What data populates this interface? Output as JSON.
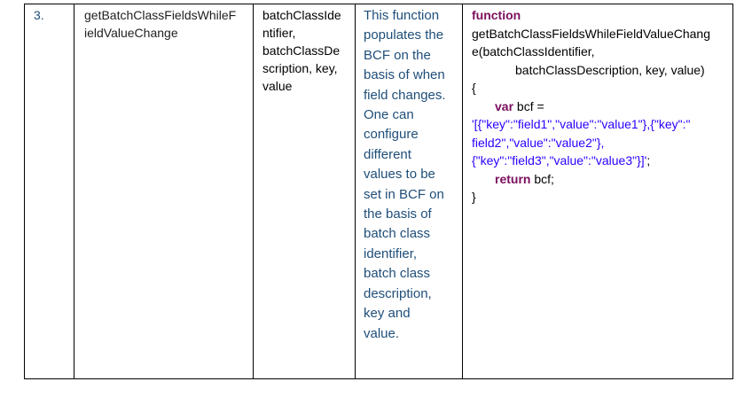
{
  "row": {
    "number": "3.",
    "function_name": "getBatchClassFieldsWhileF\nieldValueChange",
    "parameters": "batchClassIde\nntifier,\nbatchClassDe\nscription, key,\nvalue",
    "description": "This function\npopulates the\nBCF on the\nbasis of when\nfield changes.\nOne can\nconfigure\ndifferent\nvalues to be\nset in BCF on\nthe basis of\nbatch class\nidentifier,\nbatch class\ndescription,\nkey and\nvalue.",
    "code": {
      "keyword_function": "function",
      "signature_line1": "getBatchClassFieldsWhileFieldValueChang",
      "signature_line2": "e(batchClassIdentifier,",
      "signature_line3": "batchClassDescription, key, value)",
      "open_brace": "{",
      "keyword_var": "var",
      "var_assign": " bcf =",
      "string_line1": "'[{\"key\":\"field1\",\"value\":\"value1\"},{\"key\":\"",
      "string_line2": "field2\",\"value\":\"value2\"},",
      "string_line3": "{\"key\":\"field3\",\"value\":\"value3\"}]'",
      "string_end": ";",
      "keyword_return": "return",
      "return_rest": " bcf;",
      "close_brace": "}"
    }
  },
  "colors": {
    "description_text": "#1f4e79",
    "keyword": "#7a0f5e",
    "string": "#2a00ff"
  }
}
